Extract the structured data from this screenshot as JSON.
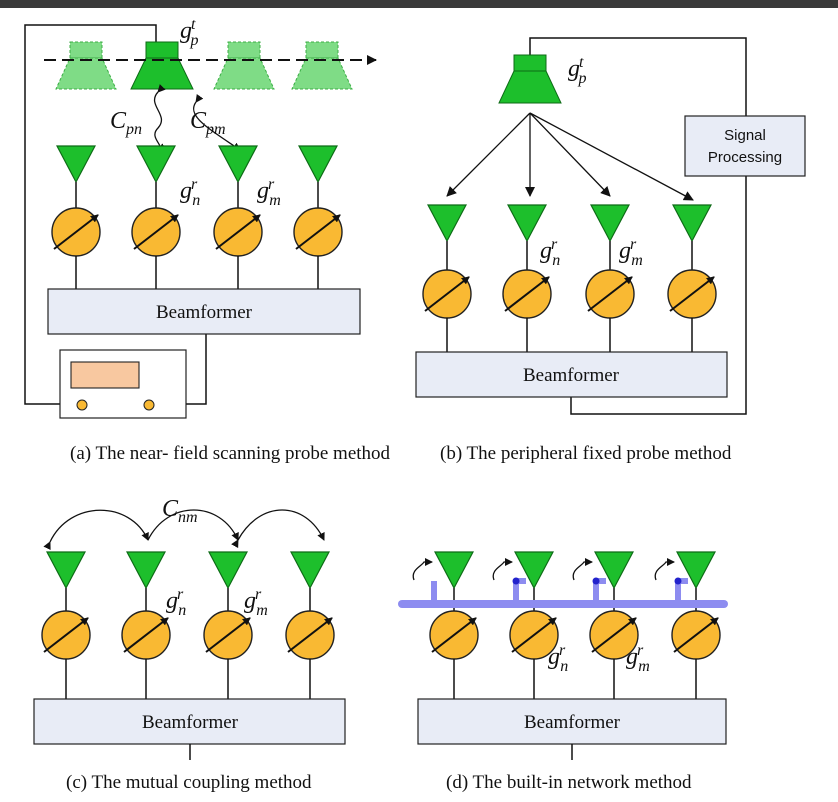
{
  "panels": [
    {
      "id": "a",
      "caption": "(a) The near- field scanning probe method",
      "beamformer": "Beamformer"
    },
    {
      "id": "b",
      "caption": "(b) The peripheral fixed probe method",
      "beamformer": "Beamformer",
      "signal_processing": [
        "Signal",
        "Processing"
      ]
    },
    {
      "id": "c",
      "caption": "(c) The mutual coupling method",
      "beamformer": "Beamformer"
    },
    {
      "id": "d",
      "caption": "(d) The built-in network method",
      "beamformer": "Beamformer"
    }
  ],
  "symbols": {
    "g": "g",
    "C": "C",
    "sup_t": "t",
    "sup_r": "r",
    "sub_p": "p",
    "sub_n": "n",
    "sub_m": "m",
    "sub_pn": "pn",
    "sub_pm": "pm",
    "sub_nm": "nm"
  },
  "colors": {
    "antenna": "#1dbf2c",
    "probe_ghost": "#7fdc86",
    "phase_shifter": "#f9b933",
    "beamformer_fill": "#e8ecf6",
    "instrument_screen": "#f8c8a0",
    "network": "#8d8cf0"
  }
}
